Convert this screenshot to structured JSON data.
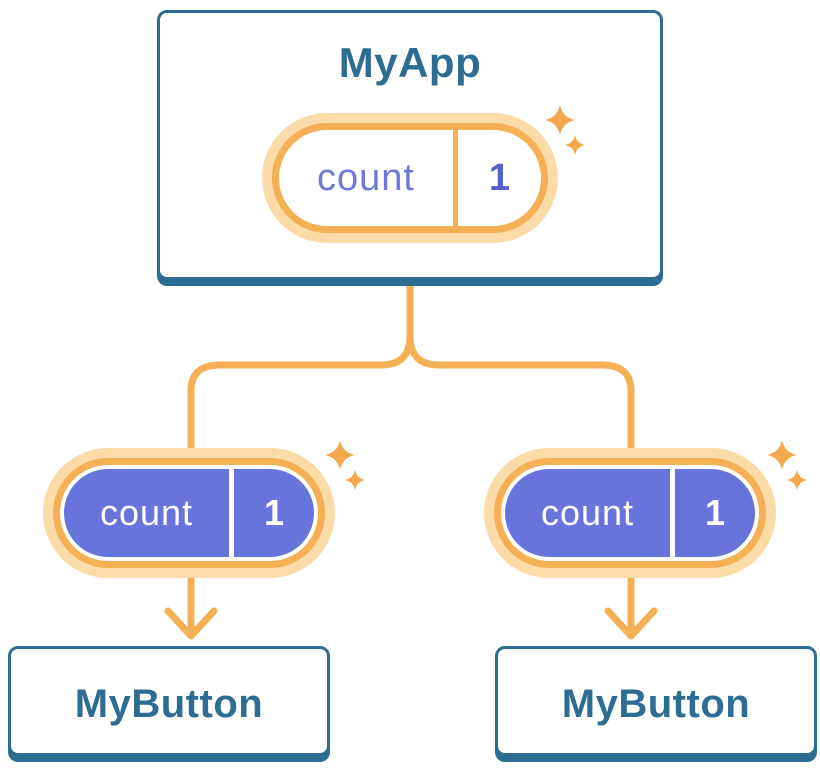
{
  "root": {
    "title": "MyApp",
    "state": {
      "name": "count",
      "value": "1"
    }
  },
  "children": [
    {
      "title": "MyButton",
      "state": {
        "name": "count",
        "value": "1"
      }
    },
    {
      "title": "MyButton",
      "state": {
        "name": "count",
        "value": "1"
      }
    }
  ],
  "colors": {
    "blue": "#2E6D92",
    "blue-text": "#2E6D93",
    "orange": "#F5AF54",
    "orange-deep": "#F2A94D",
    "glow": "#FBDCA8",
    "purple": "#6674DB",
    "indigo-text": "#6F78D8",
    "indigo-bold": "#5560CE"
  }
}
